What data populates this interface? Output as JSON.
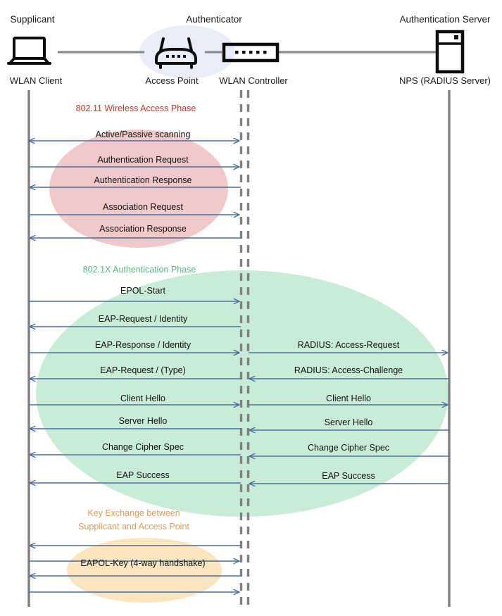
{
  "diagram": {
    "title": "802.1X / EAP authentication sequence between WLAN client, access point, WLAN controller and RADIUS server",
    "colors": {
      "arrow": "#4a6f9e",
      "lifeline": "#808080",
      "phase1_text": "#C0392B",
      "phase1_fill": "#F2C9CB",
      "phase2_text": "#56B87F",
      "phase2_fill": "#C6EBD5",
      "phase3_text": "#E09A5C",
      "phase3_fill": "#FBE5BE",
      "authenticator_fill": "#E8EDF7",
      "icon": "#0d0d0d",
      "link": "#8c8c8c"
    }
  },
  "actors": [
    {
      "role": "Supplicant",
      "device": "WLAN Client",
      "icon": "laptop-icon"
    },
    {
      "role": "Authenticator",
      "device": "Access Point",
      "icon": "access-point-icon"
    },
    {
      "role": "",
      "device": "WLAN Controller",
      "icon": "wlan-controller-icon"
    },
    {
      "role": "Authentication Server",
      "device": "NPS (RADIUS Server)",
      "icon": "server-icon"
    }
  ],
  "phases": [
    {
      "id": "wireless-access",
      "label": "802.11 Wireless Access Phase"
    },
    {
      "id": "dot1x-auth",
      "label": "802.1X Authentication Phase"
    },
    {
      "id": "key-exchange",
      "label_line1": "Key Exchange between",
      "label_line2": "Supplicant and Access Point"
    }
  ],
  "messages_left": [
    {
      "label": "Active/Passive scanning",
      "direction": "both",
      "phase": "wireless-access"
    },
    {
      "label": "Authentication Request",
      "direction": "right",
      "phase": "wireless-access"
    },
    {
      "label": "Authentication Response",
      "direction": "left",
      "phase": "wireless-access"
    },
    {
      "label": "Association Request",
      "direction": "right",
      "phase": "wireless-access"
    },
    {
      "label": "Association Response",
      "direction": "left",
      "phase": "wireless-access"
    },
    {
      "label": "EPOL-Start",
      "direction": "right",
      "phase": "dot1x-auth"
    },
    {
      "label": "EAP-Request / Identity",
      "direction": "left",
      "phase": "dot1x-auth"
    },
    {
      "label": "EAP-Response / Identity",
      "direction": "right",
      "phase": "dot1x-auth"
    },
    {
      "label": "EAP-Request / (Type)",
      "direction": "left",
      "phase": "dot1x-auth"
    },
    {
      "label": "Client Hello",
      "direction": "right",
      "phase": "dot1x-auth"
    },
    {
      "label": "Server Hello",
      "direction": "left",
      "phase": "dot1x-auth"
    },
    {
      "label": "Change Cipher Spec",
      "direction": "left",
      "phase": "dot1x-auth"
    },
    {
      "label": "EAP Success",
      "direction": "left",
      "phase": "dot1x-auth"
    },
    {
      "label": "",
      "direction": "left",
      "phase": "key-exchange"
    },
    {
      "label": "",
      "direction": "right",
      "phase": "key-exchange"
    },
    {
      "label": "EAPOL-Key (4-way handshake)",
      "direction": "left",
      "phase": "key-exchange"
    },
    {
      "label": "",
      "direction": "right",
      "phase": "key-exchange"
    }
  ],
  "messages_right": [
    {
      "label": "RADIUS: Access-Request",
      "direction": "right"
    },
    {
      "label": "RADIUS: Access-Challenge",
      "direction": "left"
    },
    {
      "label": "Client Hello",
      "direction": "right"
    },
    {
      "label": "Server Hello",
      "direction": "left"
    },
    {
      "label": "Change Cipher Spec",
      "direction": "left"
    },
    {
      "label": "EAP Success",
      "direction": "left"
    }
  ]
}
